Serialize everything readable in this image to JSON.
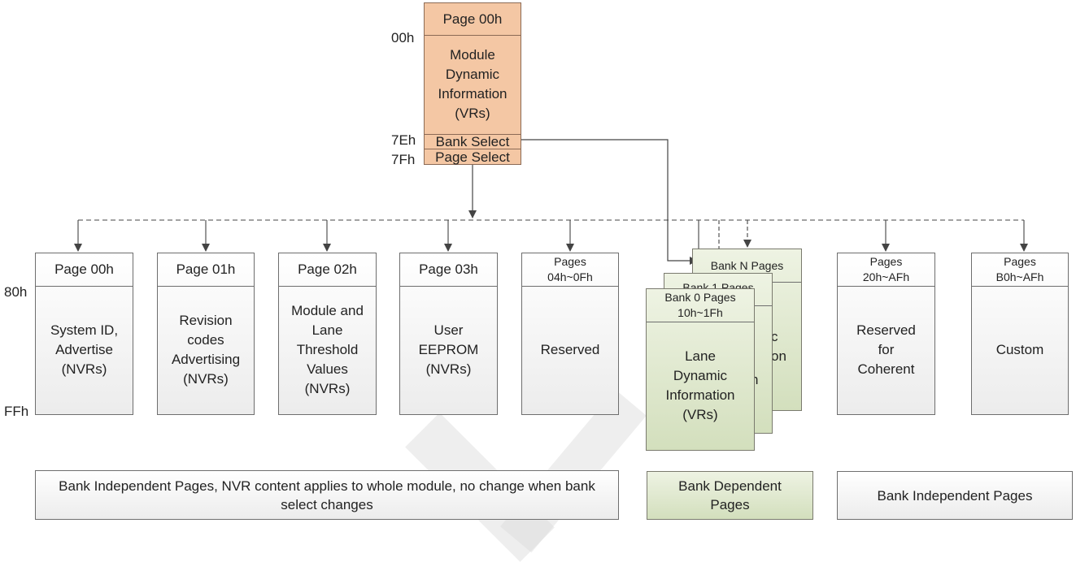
{
  "top_page": {
    "header": "Page 00h",
    "body": "Module\nDynamic\nInformation\n(VRs)",
    "bank_select": "Bank Select",
    "page_select": "Page Select",
    "addr_start": "00h",
    "addr_bank": "7Eh",
    "addr_page": "7Fh"
  },
  "upper_addresses": {
    "start": "80h",
    "end": "FFh"
  },
  "pages": [
    {
      "header": "Page 00h",
      "body": "System ID,\nAdvertise\n(NVRs)"
    },
    {
      "header": "Page 01h",
      "body": "Revision\ncodes\nAdvertising\n(NVRs)"
    },
    {
      "header": "Page 02h",
      "body": "Module and\nLane\nThreshold\nValues\n(NVRs)"
    },
    {
      "header": "Page 03h",
      "body": "User\nEEPROM\n(NVRs)"
    },
    {
      "header_line1": "Pages",
      "header_line2": "04h~0Fh",
      "body": "Reserved"
    },
    {
      "header_line1": "Pages",
      "header_line2": "20h~AFh",
      "body": "Reserved\nfor\nCoherent"
    },
    {
      "header_line1": "Pages",
      "header_line2": "B0h~AFh",
      "body": "Custom"
    }
  ],
  "banks": {
    "back": {
      "header": "Bank N Pages",
      "fragment1": "c",
      "fragment2": "on",
      "fragment3": "n"
    },
    "middle": {
      "header": "Bank 1 Pages"
    },
    "front": {
      "header_line1": "Bank 0 Pages",
      "header_line2": "10h~1Fh",
      "body": "Lane\nDynamic\nInformation\n(VRs)"
    }
  },
  "legend": {
    "left": "Bank Independent Pages, NVR content applies to whole module, no change when bank select changes",
    "middle": "Bank Dependent Pages",
    "right": "Bank Independent Pages"
  },
  "colors": {
    "orange_fill": "#f4c7a4",
    "green_fill": "#d8e4c4",
    "line": "#444444"
  }
}
